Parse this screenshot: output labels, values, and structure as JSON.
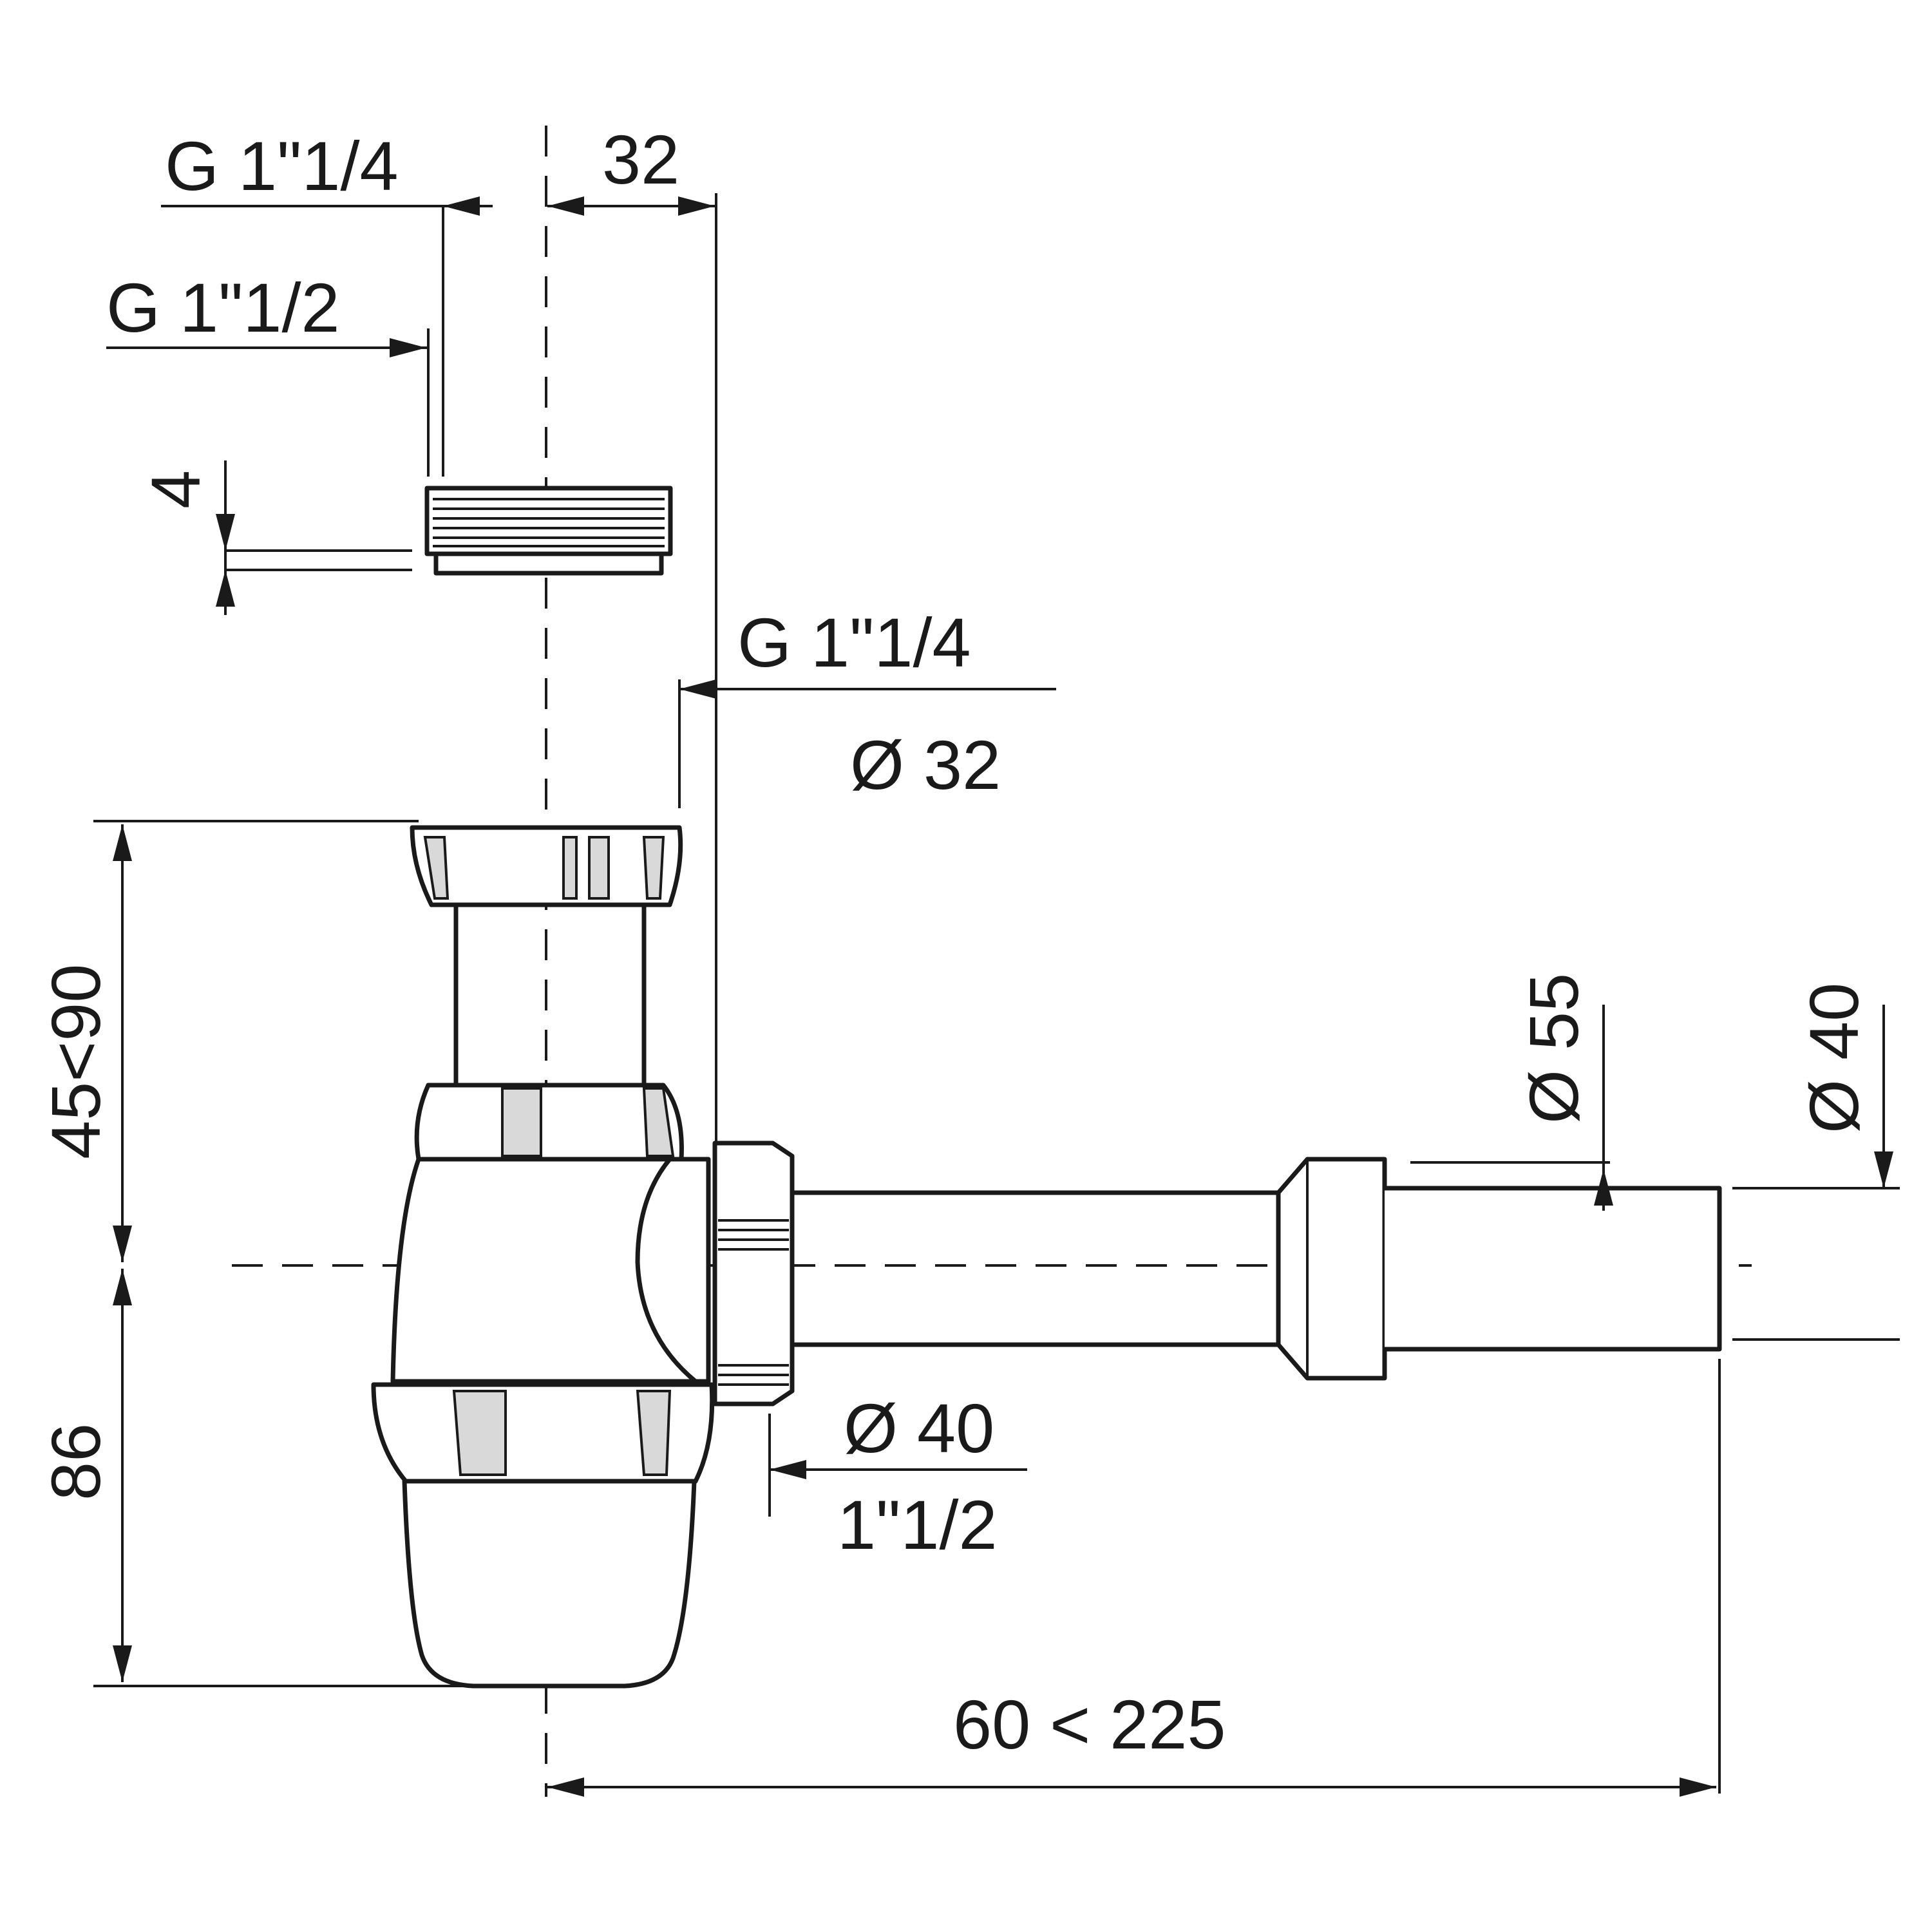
{
  "colors": {
    "line": "#1a1a1a",
    "background": "#ffffff",
    "shade": "#d9d9d9"
  },
  "labels": {
    "top_thread_outer": "G 1\"1/4",
    "top_thread_inner": "G 1\"1/2",
    "top_offset": "32",
    "nut_height": "4",
    "inlet_thread": "G 1\"1/4",
    "inlet_diameter": "Ø 32",
    "height_adjust": "45<90",
    "height_lower": "86",
    "outlet_diameter": "Ø 40",
    "outlet_thread": "1\"1/2",
    "sleeve_diameter": "Ø 55",
    "pipe_diameter": "Ø 40",
    "length_adjust": "60 < 225"
  }
}
